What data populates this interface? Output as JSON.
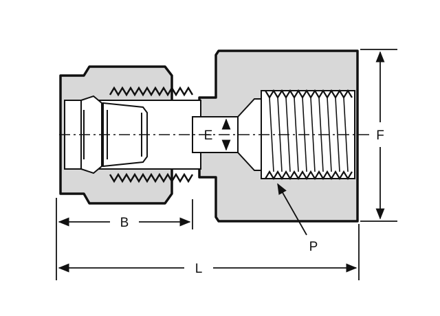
{
  "labels": {
    "B": "B",
    "E": "E",
    "F": "F",
    "L": "L",
    "P": "P"
  },
  "colors": {
    "line": "#111111",
    "body_fill": "#d8d8d8",
    "background": "#ffffff"
  }
}
